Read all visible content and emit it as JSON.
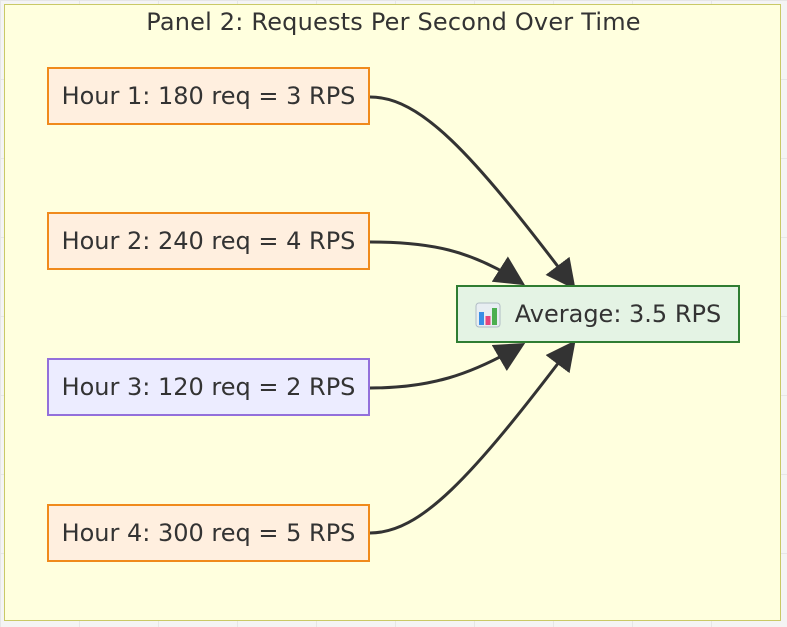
{
  "panel": {
    "title": "Panel 2: Requests Per Second Over Time"
  },
  "nodes": [
    {
      "id": "h1",
      "label": "Hour 1: 180 req = 3 RPS",
      "style": "orange"
    },
    {
      "id": "h2",
      "label": "Hour 2: 240 req = 4 RPS",
      "style": "orange"
    },
    {
      "id": "h3",
      "label": "Hour 3: 120 req = 2 RPS",
      "style": "purple"
    },
    {
      "id": "h4",
      "label": "Hour 4: 300 req = 5 RPS",
      "style": "orange"
    },
    {
      "id": "avg",
      "label": "Average: 3.5 RPS",
      "style": "green",
      "icon": "bar-chart-icon"
    }
  ],
  "edges": [
    {
      "from": "h1",
      "to": "avg"
    },
    {
      "from": "h2",
      "to": "avg"
    },
    {
      "from": "h3",
      "to": "avg"
    },
    {
      "from": "h4",
      "to": "avg"
    }
  ],
  "colors": {
    "panel_bg": "#ffffde",
    "panel_border": "#c9c966",
    "orange_fill": "#ffefdf",
    "orange_stroke": "#f08a1c",
    "purple_fill": "#ececff",
    "purple_stroke": "#9370db",
    "green_fill": "#e4f3e4",
    "green_stroke": "#2f7d32",
    "edge": "#333333"
  }
}
